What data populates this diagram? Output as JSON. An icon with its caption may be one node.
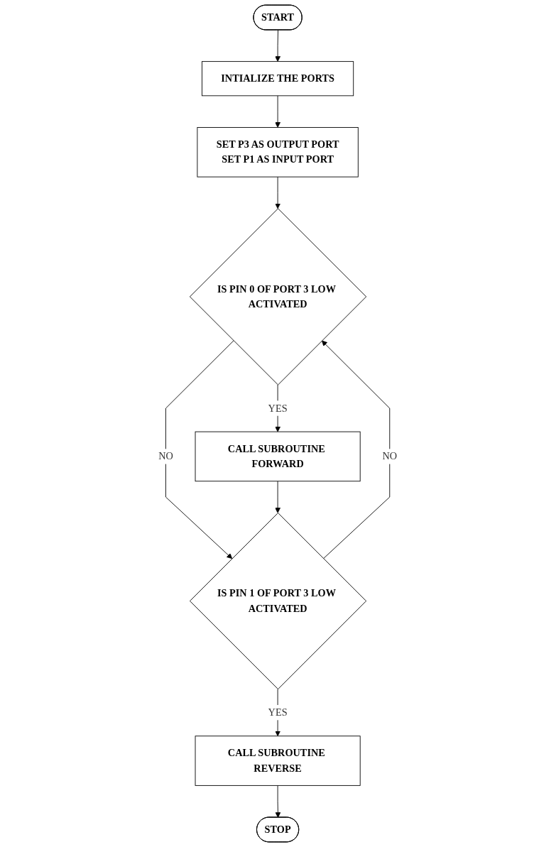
{
  "diagram": {
    "nodes": [
      {
        "text": [
          "START"
        ]
      },
      {
        "text": [
          "INTIALIZE THE PORTS"
        ]
      },
      {
        "text": [
          "SET P3 AS OUTPUT PORT",
          "SET P1 AS INPUT PORT"
        ]
      },
      {
        "text": [
          "IS PIN 0 OF PORT 3 LOW ACTIVATED"
        ]
      },
      {
        "text": [
          "CALL SUBROUTINE FORWARD"
        ]
      },
      {
        "text": [
          "IS PIN 1 OF PORT 3 LOW ACTIVATED"
        ]
      },
      {
        "text": [
          "CALL SUBROUTINE REVERSE"
        ]
      },
      {
        "text": [
          "STOP"
        ]
      }
    ],
    "edges": [
      {
        "from": 0,
        "to": 1,
        "arrow": "to"
      },
      {
        "from": 1,
        "to": 2,
        "arrow": "to"
      },
      {
        "from": 2,
        "to": 3,
        "arrow": "to"
      },
      {
        "from": 3,
        "to": 4,
        "arrow": "to",
        "label": "YES"
      },
      {
        "from": 3,
        "to": 5,
        "arrow": "to",
        "label": "NO"
      },
      {
        "from": 4,
        "to": 5,
        "arrow": "to"
      },
      {
        "from": 5,
        "to": 3,
        "arrow": "to",
        "label": "NO"
      },
      {
        "from": 5,
        "to": 6,
        "arrow": "to",
        "label": "YES"
      },
      {
        "from": 6,
        "to": 7,
        "arrow": "to"
      }
    ]
  }
}
